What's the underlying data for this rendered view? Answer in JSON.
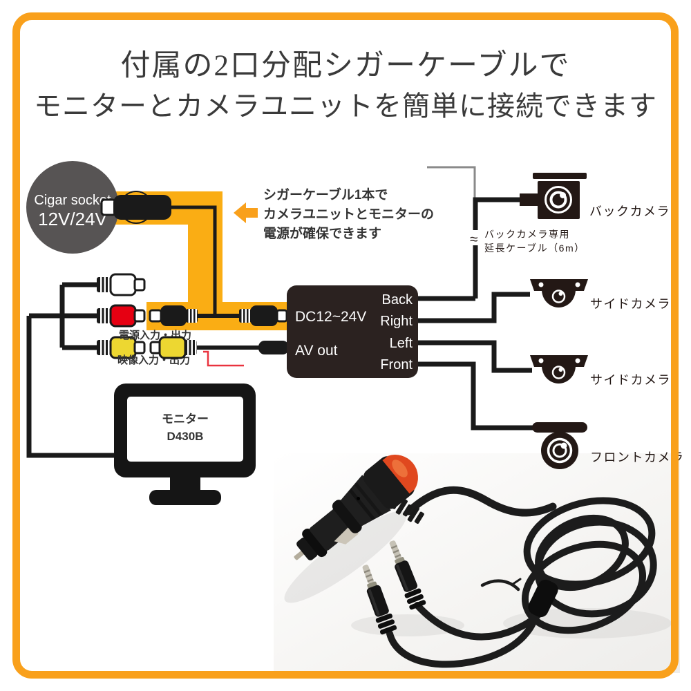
{
  "title": {
    "line1": "付属の2口分配シガーケーブルで",
    "line2": "モニターとカメラユニットを簡単に接続できます"
  },
  "cigar_socket": {
    "line1": "Cigar socket",
    "line2": "12V/24V"
  },
  "callout": {
    "line1": "シガーケーブル1本で",
    "line2": "カメラユニットとモニターの",
    "line3": "電源が確保できます"
  },
  "labels": {
    "power_io": "電源入力・出力",
    "video_io": "映像入力・出力"
  },
  "control_box": {
    "power_input": "DC12~24V",
    "av_out": "AV out",
    "ports": [
      "Back",
      "Right",
      "Left",
      "Front"
    ]
  },
  "monitor": {
    "name": "モニター",
    "model": "D430B"
  },
  "cameras": {
    "back": "バックカメラ",
    "side_upper": "サイドカメラ",
    "side_lower": "サイドカメラ",
    "front": "フロントカメラ"
  },
  "extension_cable": {
    "break_symbol": "≈",
    "line1": "バックカメラ専用",
    "line2": "延長ケーブル（6m）"
  },
  "colors": {
    "orange": "#F9A01B",
    "band": "#FAAD14",
    "ink": "#1A1A1A",
    "cam": "#231815",
    "socket": "#575454",
    "red": "#E60012",
    "yellow": "#EDD731",
    "box": "#2B2220",
    "redwire": "#E9333F",
    "grayline": "#8A8A8A"
  }
}
